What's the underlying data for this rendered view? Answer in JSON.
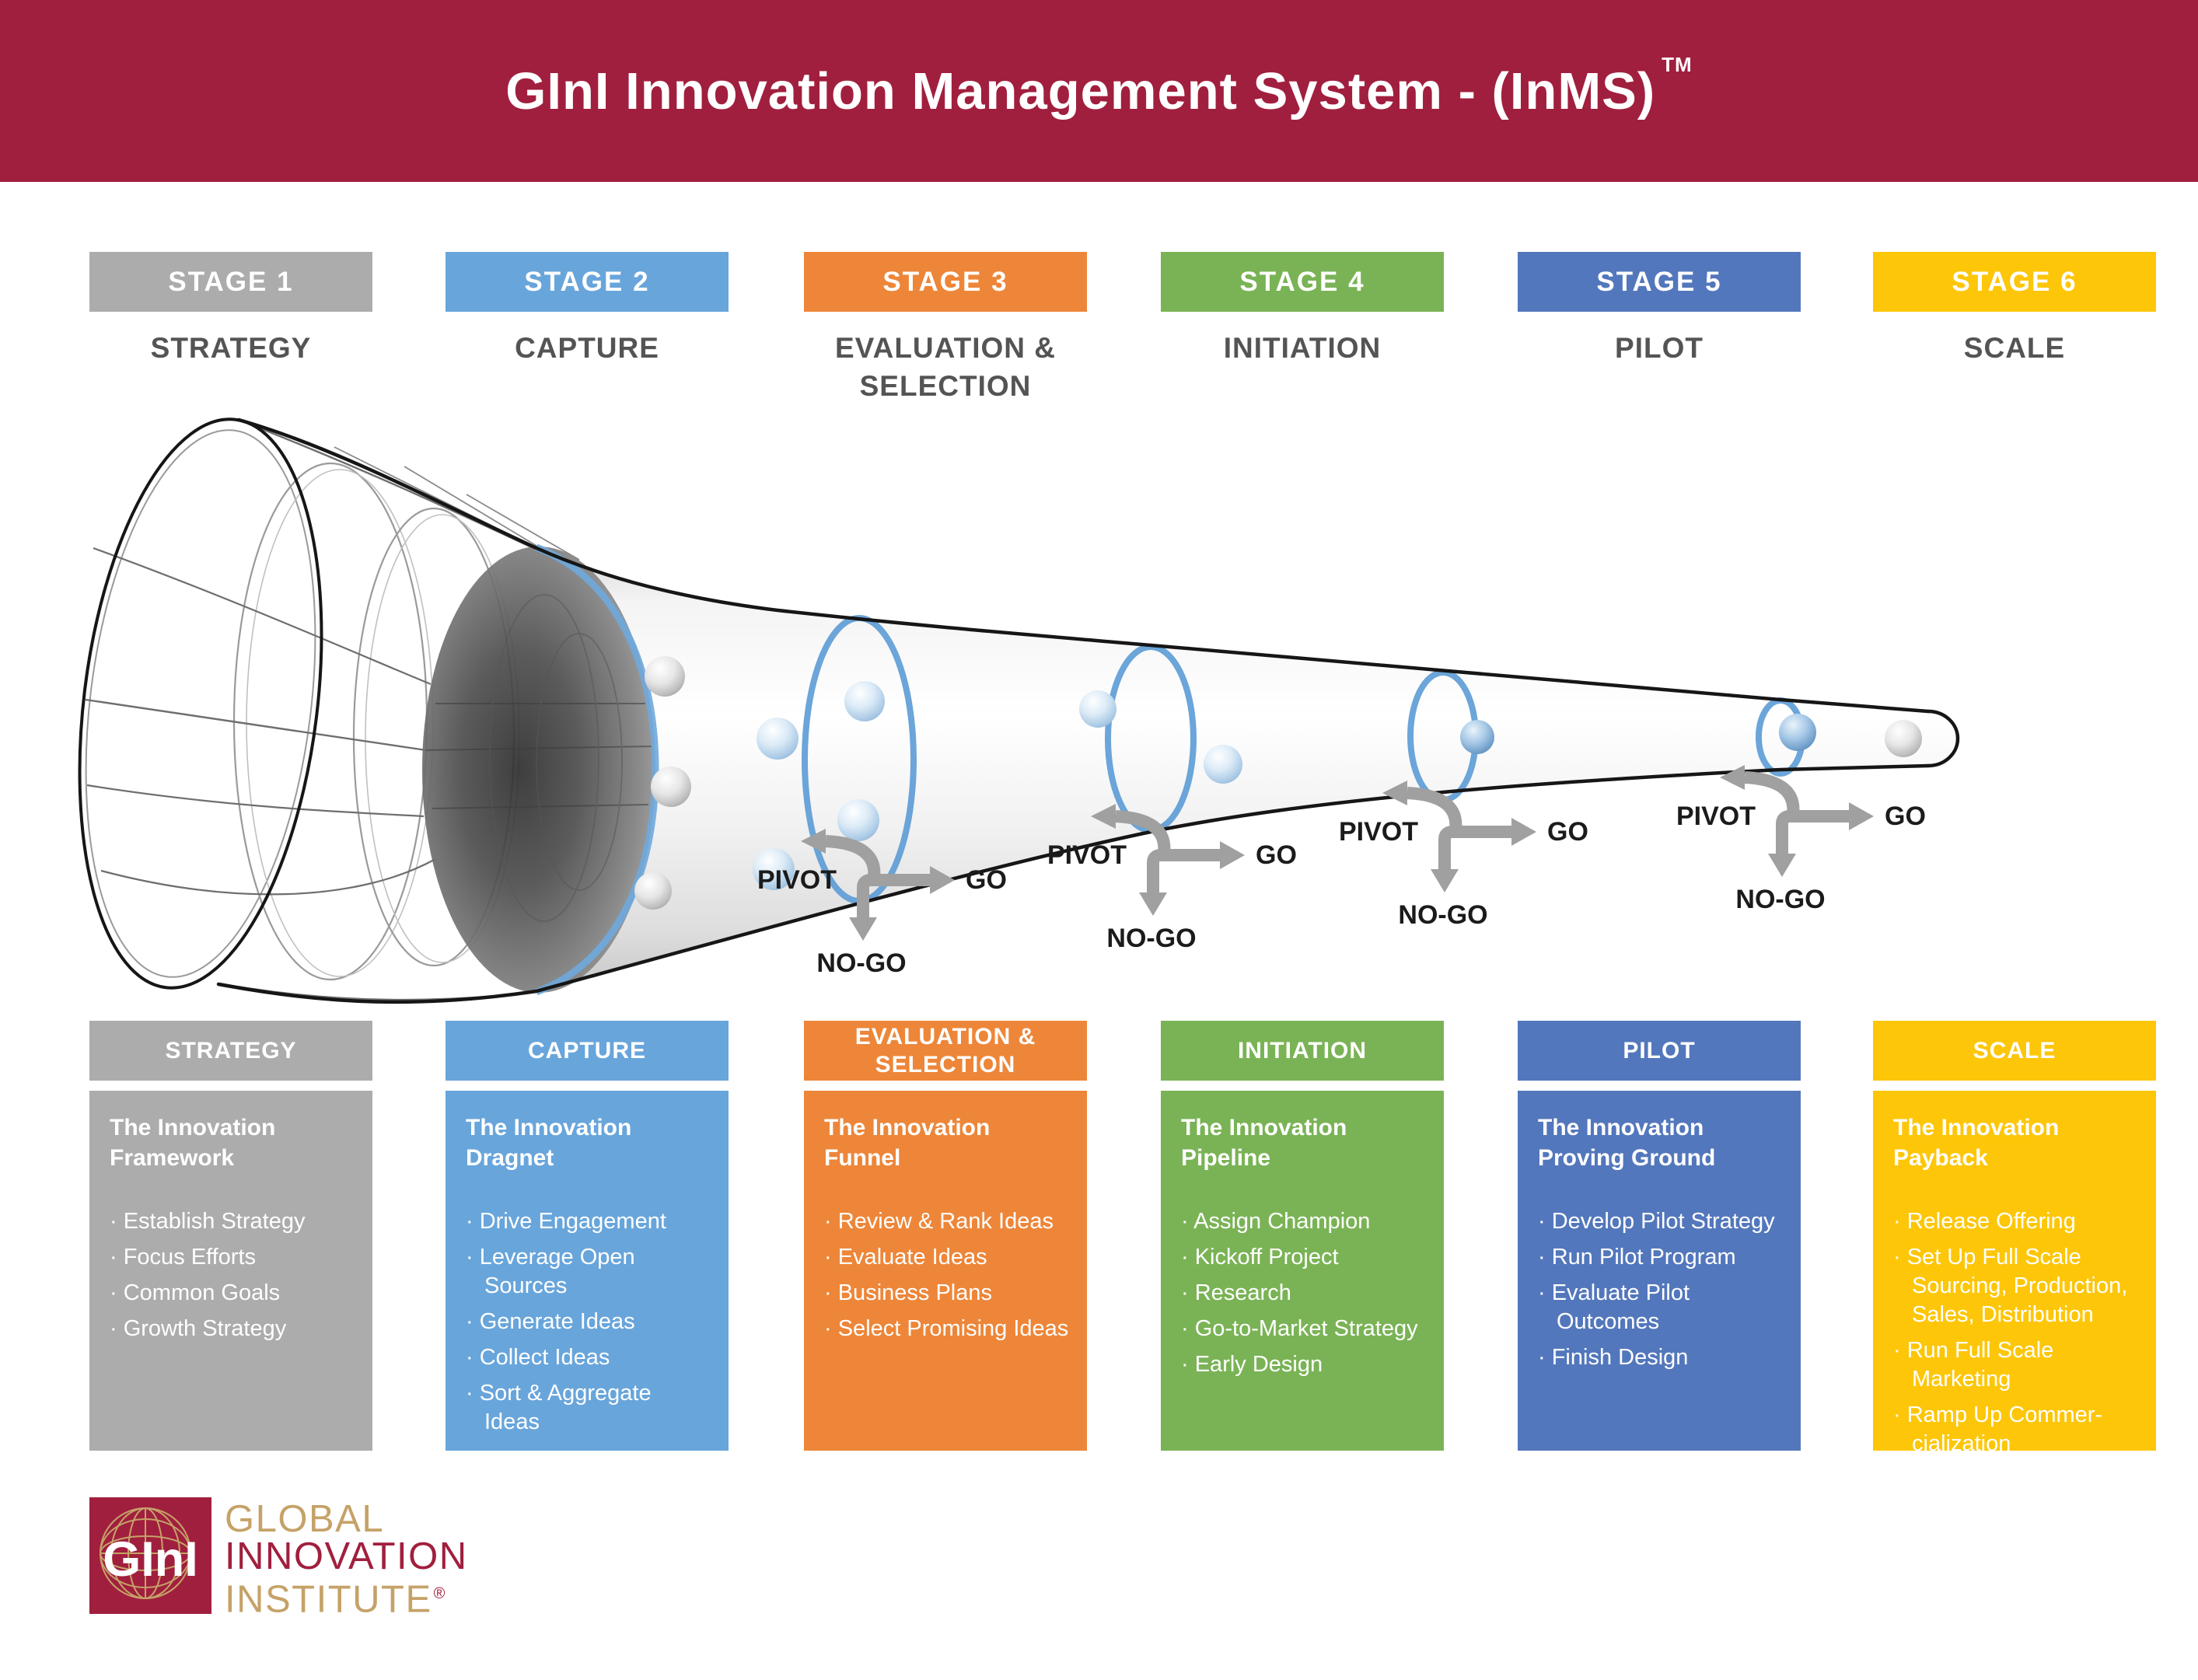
{
  "header": {
    "title": "GInI Innovation Management System - (InMS)",
    "trademark": "TM"
  },
  "colors": {
    "banner_maroon": "#A11F3E",
    "logo_gold": "#C5A268",
    "stage1_gray": "#ACACAC",
    "stage2_blue": "#68A5DB",
    "stage3_orange": "#ED8639",
    "stage4_green": "#7AB355",
    "stage5_blue": "#5377BC",
    "stage6_yellow": "#FDC608",
    "gate_ring_blue": "#5B9BD5",
    "arrow_gray": "#A0A0A0",
    "stage_label_gray": "#545454"
  },
  "stages": [
    {
      "badge": "STAGE 1",
      "name": "STRATEGY",
      "card": {
        "header": "STRATEGY",
        "title": "The Innovation Framework",
        "bullets": [
          "Establish Strategy",
          "Focus Efforts",
          "Common Goals",
          "Growth Strategy"
        ]
      }
    },
    {
      "badge": "STAGE 2",
      "name": "CAPTURE",
      "card": {
        "header": "CAPTURE",
        "title": "The Innovation Dragnet",
        "bullets": [
          "Drive Engagement",
          "Leverage Open Sources",
          "Generate Ideas",
          "Collect Ideas",
          "Sort & Aggregate Ideas"
        ]
      }
    },
    {
      "badge": "STAGE 3",
      "name": "EVALUATION & SELECTION",
      "card": {
        "header": "EVALUATION & SELECTION",
        "title": "The Innovation Funnel",
        "bullets": [
          "Review & Rank Ideas",
          "Evaluate Ideas",
          "Business Plans",
          "Select Promising Ideas"
        ]
      }
    },
    {
      "badge": "STAGE 4",
      "name": "INITIATION",
      "card": {
        "header": "INITIATION",
        "title": "The Innovation Pipeline",
        "bullets": [
          "Assign Champion",
          "Kickoff Project",
          "Research",
          "Go-to-Market Strategy",
          "Early Design"
        ]
      }
    },
    {
      "badge": "STAGE 5",
      "name": "PILOT",
      "card": {
        "header": "PILOT",
        "title": "The Innovation Proving Ground",
        "bullets": [
          "Develop Pilot Strategy",
          "Run Pilot Program",
          "Evaluate Pilot Outcomes",
          "Finish Design"
        ]
      }
    },
    {
      "badge": "STAGE 6",
      "name": "SCALE",
      "card": {
        "header": "SCALE",
        "title": "The Innovation Payback",
        "bullets": [
          "Release Offering",
          "Set Up Full Scale Sourcing, Production, Sales, Distribution",
          "Run Full Scale Marketing",
          "Ramp Up Commer­cialization"
        ]
      }
    }
  ],
  "funnel": {
    "gates": [
      {
        "pivot": "PIVOT",
        "go": "GO",
        "nogo": "NO-GO"
      },
      {
        "pivot": "PIVOT",
        "go": "GO",
        "nogo": "NO-GO"
      },
      {
        "pivot": "PIVOT",
        "go": "GO",
        "nogo": "NO-GO"
      },
      {
        "pivot": "PIVOT",
        "go": "GO",
        "nogo": "NO-GO"
      }
    ]
  },
  "logo": {
    "monogram": "GInI",
    "line1": "GLOBAL",
    "line2": "INNOVATION",
    "line3": "INSTITUTE",
    "registered": "®"
  }
}
